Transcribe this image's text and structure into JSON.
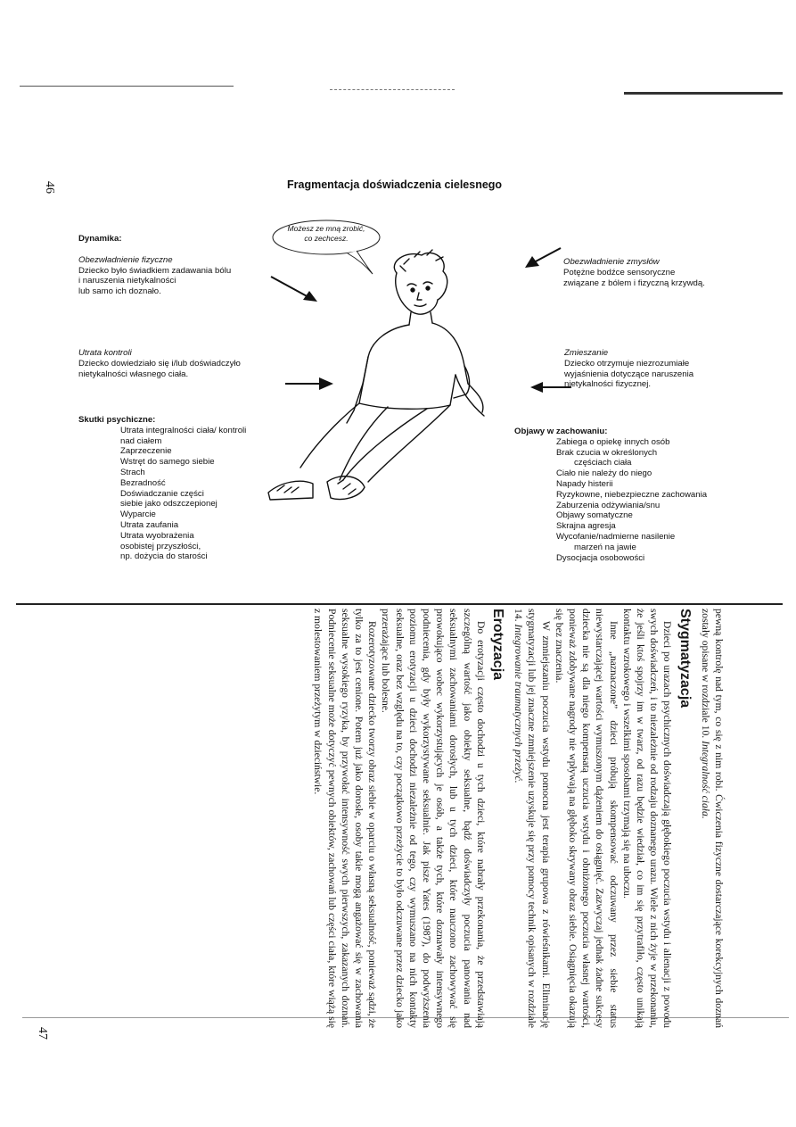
{
  "page_numbers": {
    "left": "46",
    "right": "47"
  },
  "figure": {
    "title": "Fragmentacja doświadczenia cielesnego",
    "speech_bubble": [
      "Możesz ze mną zrobić,",
      "co zechcesz."
    ],
    "dynamika": {
      "heading": "Dynamika:",
      "sub": "Obezwładnienie fizyczne",
      "lines": [
        "Dziecko było świadkiem zadawania bólu",
        "i naruszenia nietykalności",
        "lub samo ich doznało."
      ]
    },
    "utrata": {
      "sub": "Utrata kontroli",
      "lines": [
        "Dziecko dowiedziało się i/lub doświadczyło",
        "nietykalności własnego ciała."
      ]
    },
    "skutki": {
      "heading": "Skutki psychiczne:",
      "items": [
        "Utrata integralności ciała/ kontroli",
        "nad ciałem",
        "Zaprzeczenie",
        "Wstręt do samego siebie",
        "Strach",
        "Bezradność",
        "Doświadczanie części",
        "siebie jako odszczepionej",
        "Wyparcie",
        "Utrata zaufania",
        "Utrata wyobrażenia",
        "osobistej przyszłości,",
        "np. dożycia do starości"
      ]
    },
    "zmyslow": {
      "sub": "Obezwładnienie zmysłów",
      "lines": [
        "Potężne bodźce sensoryczne",
        "związane z bólem i fizyczną krzywdą."
      ]
    },
    "zmieszanie": {
      "sub": "Zmieszanie",
      "lines": [
        "Dziecko otrzymuje niezrozumiałe",
        "wyjaśnienia dotyczące naruszenia",
        "nietykalności fizycznej."
      ]
    },
    "objawy": {
      "heading": "Objawy w zachowaniu:",
      "items": [
        "Zabiega o opiekę innych osób",
        "Brak czucia w określonych",
        "częściach ciała",
        "Ciało nie należy do niego",
        "Napady histerii",
        "Ryzykowne, niebezpieczne zachowania",
        "Zaburzenia odżywiania/snu",
        "Objawy somatyczne",
        "Skrajna agresja",
        "Wycofanie/nadmierne nasilenie",
        "marzeń na jawie",
        "Dysocjacja osobowości"
      ]
    }
  },
  "text": {
    "p0": "pewną kontrolę nad tym, co się z nim robi. Ćwiczenia fizyczne dostarczające korekcyjnych doznań zostały opisane w rozdziale 10.",
    "p0_italic": "Integralność ciała.",
    "h_stygmatyzacja": "Stygmatyzacja",
    "p1": "Dzieci po urazach psychicznych doświadczają głębokiego poczucia wstydu i alienacji z powodu swych doświadczeń, i to niezależnie od rodzaju doznanego urazu. Wiele z nich żyje w przekonaniu, że jeśli ktoś spojrzy im w twarz, od razu będzie wiedział, co im się przytrafiło, często unikają kontaktu wzrokowego i wszelkimi sposobami trzymają się na uboczu.",
    "p2": "Inne „naznaczone” dzieci próbują skompensować odczuwany przez siebie status niewystarczającej wartości wymuszonym dążeniem do osiągnięć. Zazwyczaj jednak żadne sukcesy dziecka nie są dla niego kompensatą uczucia wstydu i obniżonego poczucia własnej wartości, ponieważ zdobywane nagrody nie wpływają na głęboko skrywany obraz siebie. Osiągnięcia okazują się bez znaczenia.",
    "p3": "W zmniejszaniu poczucia wstydu pomocna jest terapia grupowa z rówieśnikami. Eliminację stygmatyzacji lub jej znaczne zmniejszenie uzyskuje się przy pomocy technik opisanych w rozdziale 14.",
    "p3_italic": "Integrowanie traumatycznych przeżyć.",
    "h_erotyzacja": "Erotyzacja",
    "p4": "Do erotyzacji często dochodzi u tych dzieci, które nabrały przekonania, że przedstawiają szczególną wartość jako obiekty seksualne, bądź doświadczyły poczucia panowania nad seksualnymi zachowaniami dorosłych, lub u tych dzieci, które nauczono zachowywać się prowokująco wobec wykorzystujących je osób, a także tych, które doznawały intensywnego podniecenia, gdy były wykorzystywane seksualnie. Jak pisze Yates (1987), do podwyższenia poziomu erotyzacji u dzieci dochodzi niezależnie od tego, czy wymuszano na nich kontakty seksualne, oraz bez względu na to, czy początkowo przeżycie to było odczuwane przez dziecko jako przerażające lub bolesne.",
    "p5": "Rozerotyzowane dziecko tworzy obraz siebie w oparciu o własną seksualność, ponieważ sądzi, że tylko za to jest cenione. Potem już jako dorosłe, osoby takie mogą angażować się w zachowania seksualne wysokiego ryzyka, by przywołać intensywność swych pierwszych, zakazanych doznań. Podniecenie seksualne może dotyczyć pewnych obiektów, zachowań lub części ciała, które wiążą się z molestowaniem przeżytym w dzieciństwie."
  }
}
